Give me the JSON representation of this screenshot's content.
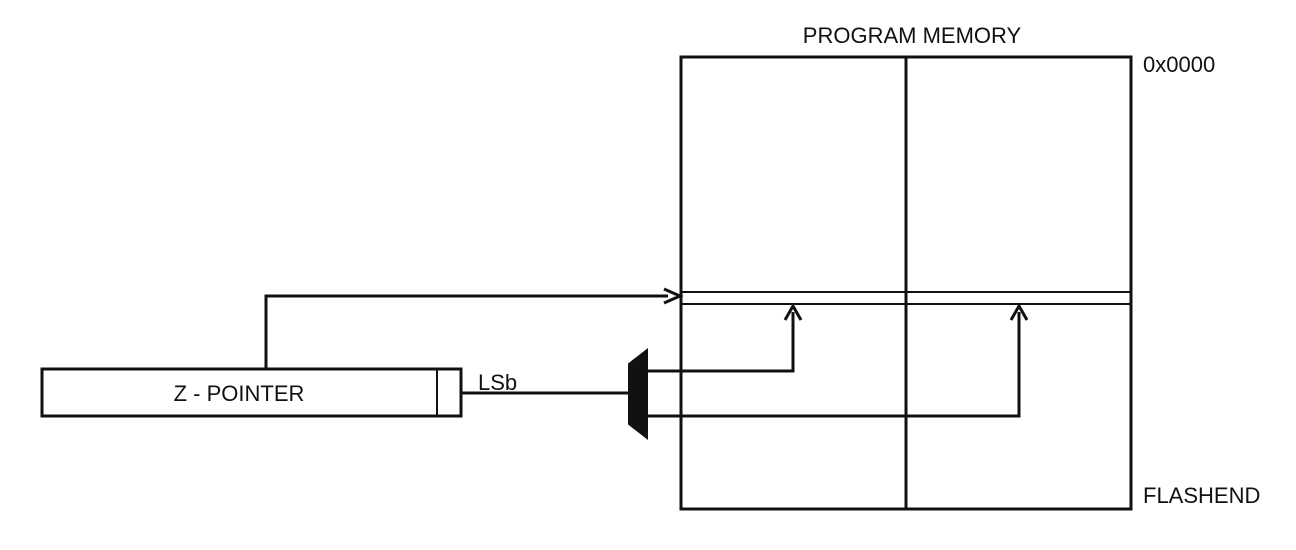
{
  "memory": {
    "title": "PROGRAM MEMORY",
    "start_address": "0x0000",
    "end_address": "FLASHEND"
  },
  "pointer": {
    "label": "Z - POINTER",
    "lsb_label": "LSb"
  },
  "colors": {
    "stroke": "#111111",
    "background": "#ffffff"
  }
}
